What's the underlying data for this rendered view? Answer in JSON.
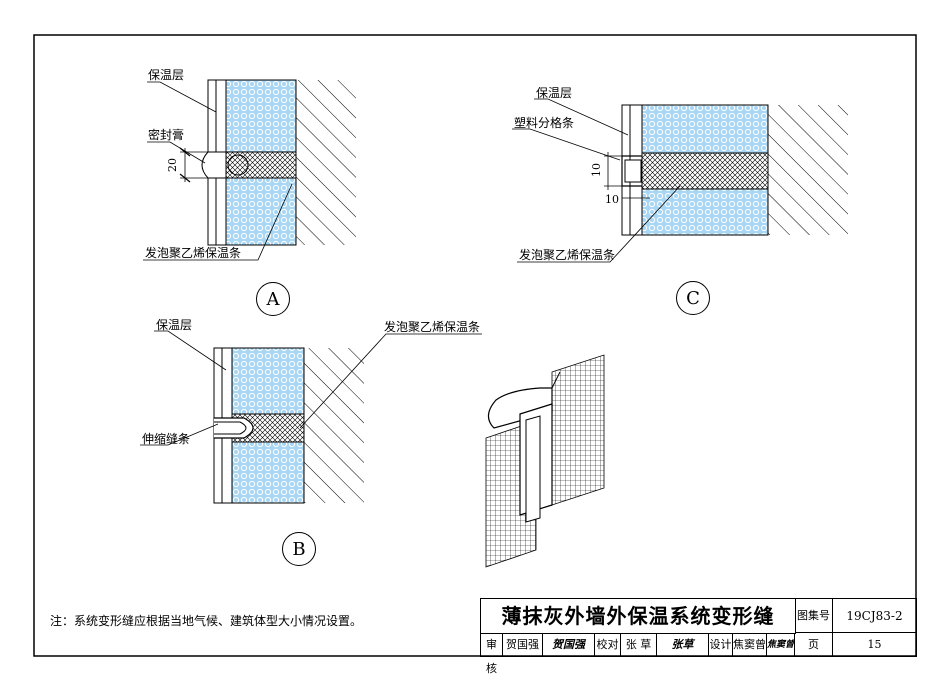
{
  "detailA": {
    "marker": "A",
    "label_insulation": "保温层",
    "label_sealant": "密封膏",
    "label_strip": "发泡聚乙烯保温条",
    "dim": "20"
  },
  "detailB": {
    "marker": "B",
    "label_insulation": "保温层",
    "label_strip": "发泡聚乙烯保温条",
    "label_expansion": "伸缩缝条"
  },
  "detailC": {
    "marker": "C",
    "label_insulation": "保温层",
    "label_divider": "塑料分格条",
    "label_strip": "发泡聚乙烯保温条",
    "dim1": "10",
    "dim2": "10"
  },
  "note": "注：系统变形缝应根据当地气候、建筑体型大小情况设置。",
  "titleblock": {
    "title": "薄抹灰外墙外保温系统变形缝",
    "atlas_label": "图集号",
    "atlas_no": "19CJ83-2",
    "page_label": "页",
    "page_no": "15",
    "review_label": "审核",
    "review_name": "贺国强",
    "review_sig": "贺国强",
    "check_label": "校对",
    "check_name": "张 草",
    "check_sig": "张草",
    "design_label": "设计",
    "design_name": "焦窦曾",
    "design_sig": "焦窦曾"
  }
}
